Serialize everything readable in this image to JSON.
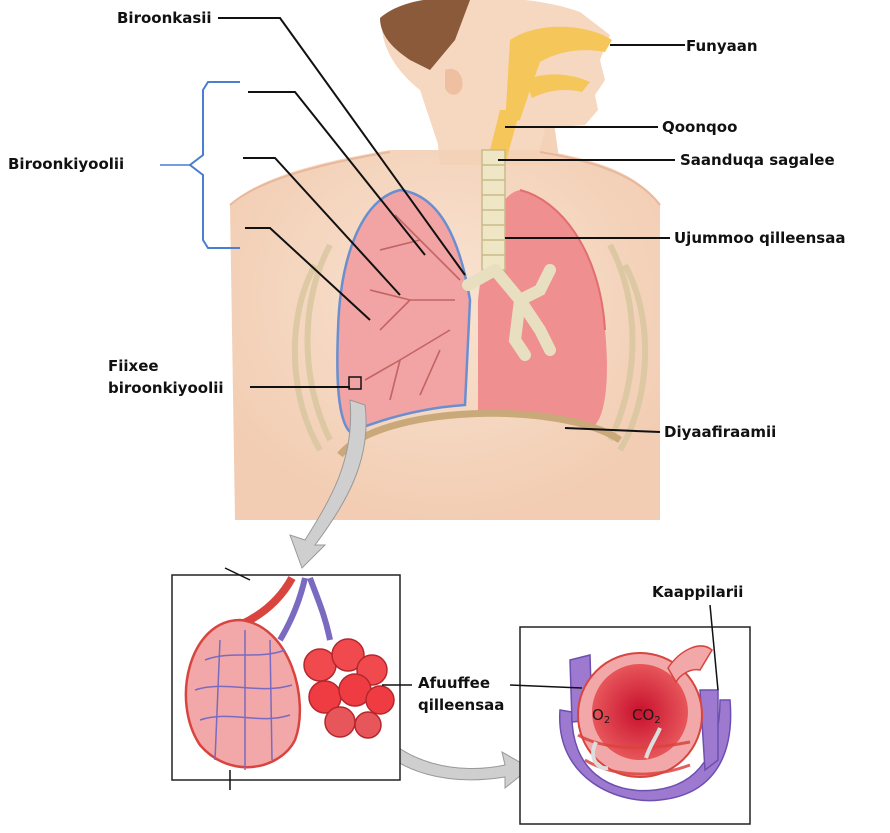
{
  "labels": {
    "bronchus": "Biroonkasii",
    "nose": "Funyaan",
    "bronchioles": "Biroonkiyoolii",
    "pharynx": "Qoonqoo",
    "larynx": "Saanduqa sagalee",
    "trachea": "Ujummoo qilleensaa",
    "terminal_bronchiole_line1": "Fiixee",
    "terminal_bronchiole_line2": "biroonkiyoolii",
    "diaphragm": "Diyaafiraamii",
    "capillaries": "Kaappilarii",
    "alveoli_line1": "Afuuffee",
    "alveoli_line2": "qilleensaa",
    "o2_base": "O",
    "o2_sub": "2",
    "co2_base": "CO",
    "co2_sub": "2"
  },
  "colors": {
    "skin": "#f7d9c2",
    "hair": "#8a5a3b",
    "airway": "#f5c75a",
    "lung_left": "#f2a3a3",
    "lung_right": "#ef8f8f",
    "bronchi": "#e8dfc0",
    "bracket": "#4a7fd0",
    "arrow": "#c8c8c8",
    "vein": "#7a6bc0",
    "artery": "#d9443f"
  }
}
